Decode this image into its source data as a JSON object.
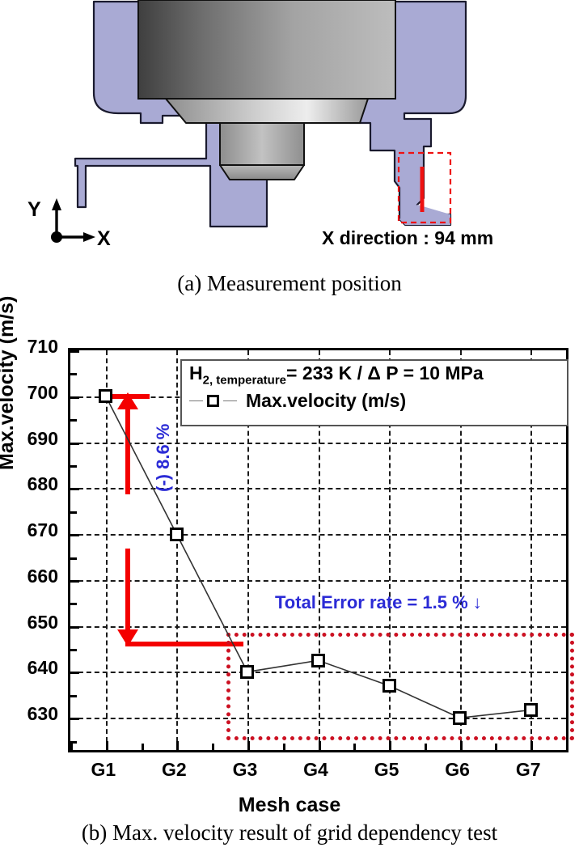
{
  "figure": {
    "caption_a": "(a) Measurement position",
    "caption_b": "(b) Max. velocity result of grid dependency test"
  },
  "panel_a": {
    "axis_x_label": "X",
    "axis_y_label": "Y",
    "note": "X direction : 94 mm",
    "body_color": "#a9aad4",
    "metal_color": "#8c8c8c",
    "highlight_color": "#ee1111"
  },
  "chart_data": {
    "type": "line",
    "title": "",
    "xlabel": "Mesh case",
    "ylabel": "Max.velocity (m/s)",
    "categories": [
      "G1",
      "G2",
      "G3",
      "G4",
      "G5",
      "G6",
      "G7"
    ],
    "series": [
      {
        "name": "Max.velocity (m/s)",
        "values": [
          700,
          670,
          640,
          642.5,
          637,
          630,
          631.7
        ]
      }
    ],
    "ylim": [
      623,
      710
    ],
    "yticks": [
      630,
      640,
      650,
      660,
      670,
      680,
      690,
      700,
      710
    ],
    "ytick_labels": [
      "630",
      "640",
      "650",
      "660",
      "670",
      "680",
      "690",
      "700",
      "710"
    ],
    "grid": true,
    "legend_position": "upper-right",
    "legend_entries": [
      "Max.velocity (m/s)"
    ],
    "legend_condition_prefix": "H",
    "legend_condition_sub": "2, temperature",
    "legend_condition_rest": "= 233 K / Δ P = 10 MPa",
    "annotations": [
      {
        "name": "drop-annotation",
        "text": "(-) 8.6 %",
        "color": "#2b2bd6",
        "from": 700,
        "to": 641
      },
      {
        "name": "error-rate-annotation",
        "text": "Total Error rate = 1.5 %  ↓",
        "color": "#2b2bd6"
      },
      {
        "name": "converged-region-box",
        "text": "",
        "color": "#cc1122",
        "x_from": "G3",
        "x_to": "G7"
      }
    ]
  }
}
